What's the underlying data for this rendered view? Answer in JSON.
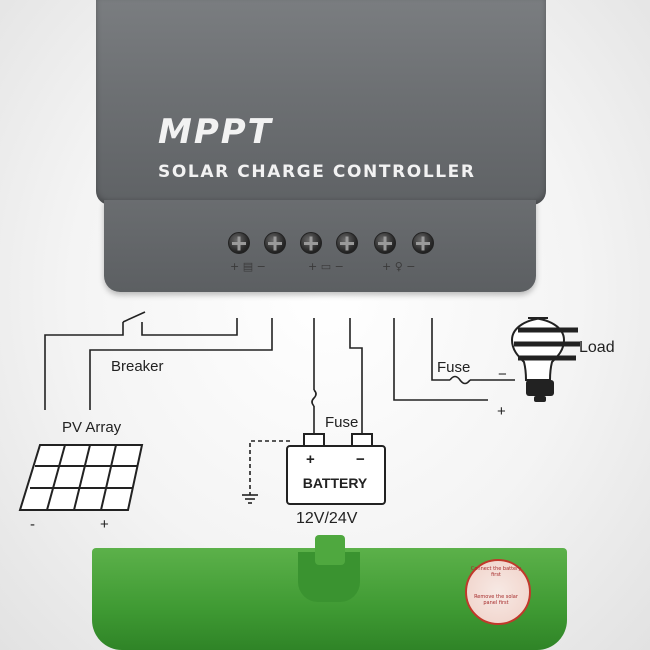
{
  "controller": {
    "brand": "MPPT",
    "subtitle": "SOLAR CHARGE CONTROLLER",
    "terminal_symbols": [
      "+ ▤ −",
      "+ ▭ −",
      "+ ♀ −"
    ]
  },
  "labels": {
    "breaker": "Breaker",
    "pv_array": "PV Array",
    "pv_minus": "-",
    "pv_plus": "+",
    "fuse_battery": "Fuse",
    "fuse_load": "Fuse",
    "battery": "BATTERY",
    "battery_plus": "+",
    "battery_minus": "−",
    "voltage": "12V/24V",
    "load": "Load",
    "load_minus": "−",
    "load_plus": "+"
  },
  "sticker": {
    "top_text": "Connect the battery first",
    "bottom_text": "Remove the solar panel first"
  },
  "colors": {
    "housing": "#6d7073",
    "cover": "#3f9a33",
    "wire": "#222222",
    "sticker_ring": "#c0392b"
  }
}
